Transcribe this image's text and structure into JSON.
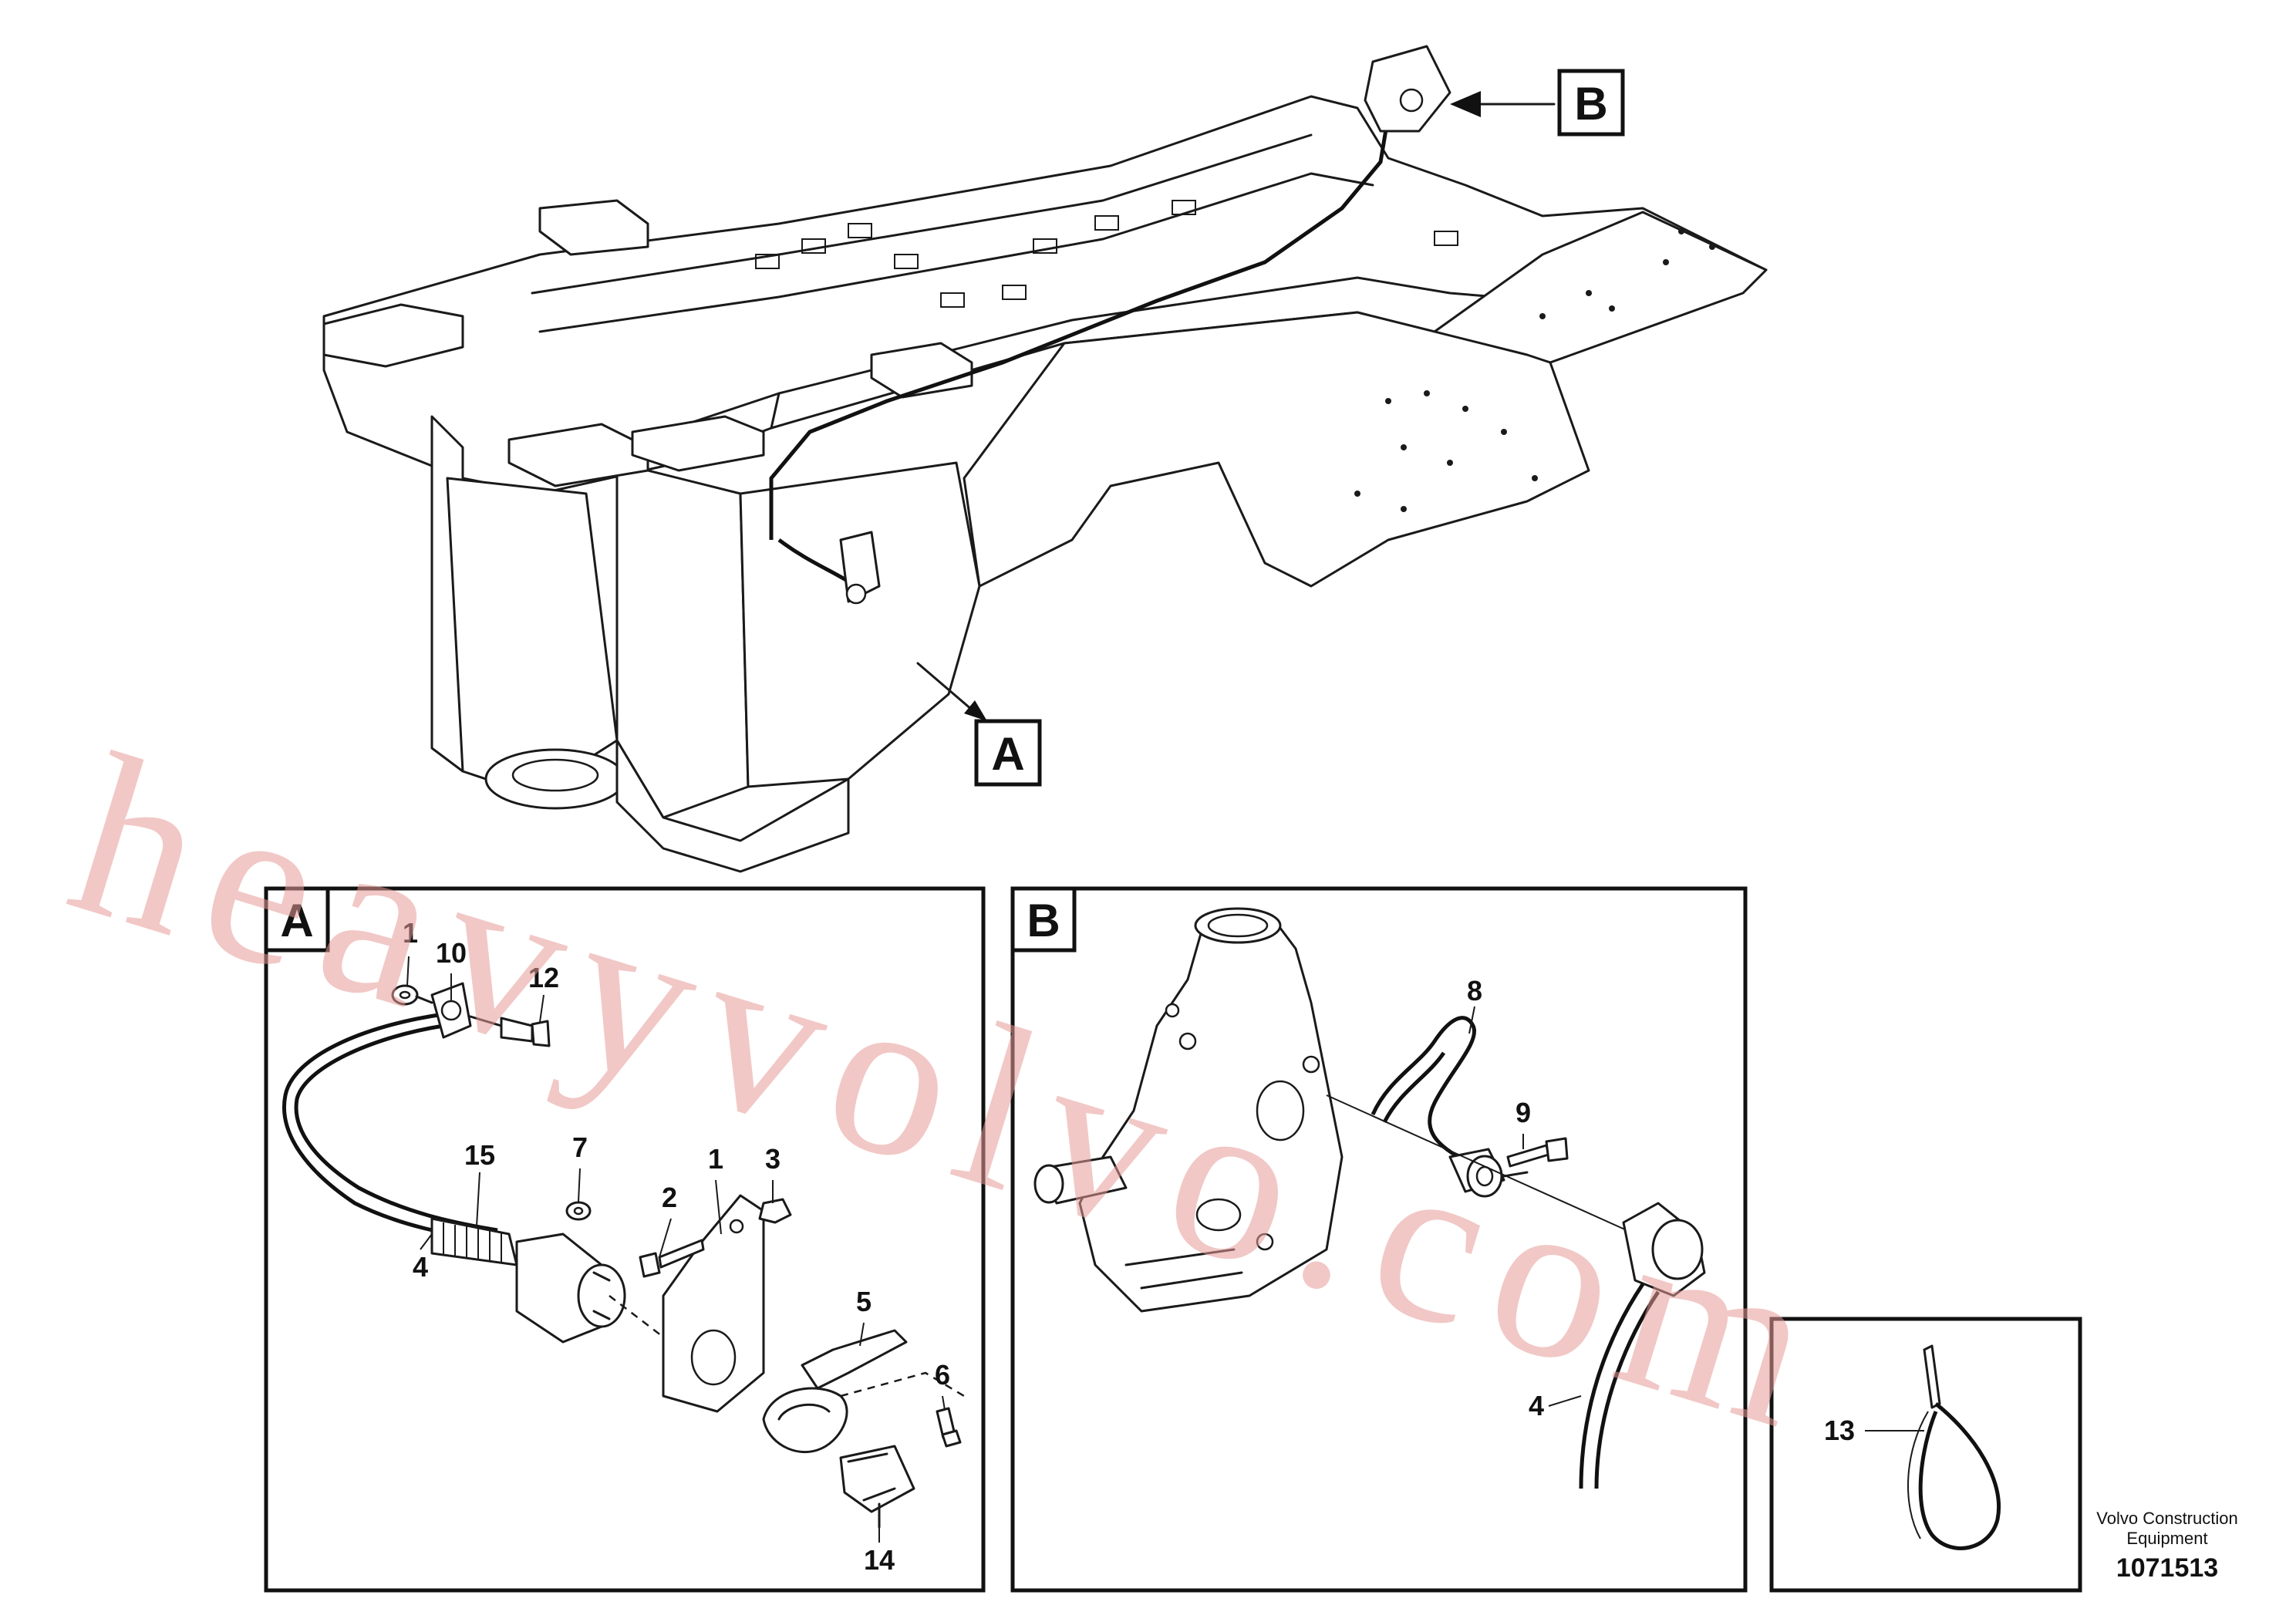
{
  "labels": {
    "callout_a": "A",
    "callout_b": "B",
    "panel_a": "A",
    "panel_b": "B"
  },
  "part_numbers": {
    "p1_top": "1",
    "p10": "10",
    "p12": "12",
    "p15": "15",
    "p7": "7",
    "p2": "2",
    "p1_bracket": "1",
    "p3": "3",
    "p4_a": "4",
    "p5": "5",
    "p6": "6",
    "p14": "14",
    "p8": "8",
    "p9": "9",
    "p4_b": "4",
    "p13": "13"
  },
  "footer": {
    "brand_line1": "Volvo Construction",
    "brand_line2": "Equipment",
    "doc_number": "1071513"
  },
  "watermark": "heavyvolvo.com"
}
